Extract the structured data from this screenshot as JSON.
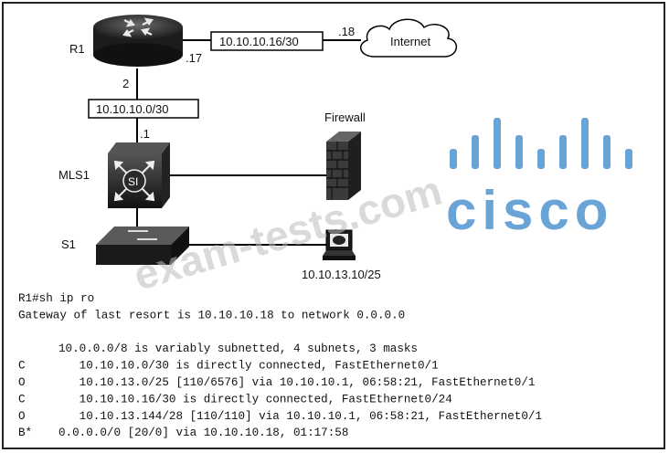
{
  "diagram": {
    "devices": {
      "r1": "R1",
      "mls1": "MLS1",
      "s1": "S1",
      "firewall": "Firewall",
      "internet": "Internet",
      "host": "10.10.13.10/25",
      "mls_symbol": "SI"
    },
    "links": {
      "r1_internet_subnet": "10.10.10.16/30",
      "r1_internet_r1_ip": ".17",
      "r1_internet_net_ip": ".18",
      "r1_mls_subnet": "10.10.10.0/30",
      "r1_mls_r1_ip": "2",
      "r1_mls_mls_ip": ".1"
    }
  },
  "watermark": "exam-tests.com",
  "logo": {
    "text": "cisco",
    "color": "#6aa4d6"
  },
  "cli": {
    "lines": [
      {
        "code": "R1#sh ip ro",
        "text": ""
      },
      {
        "code": "Gateway of last resort is 10.10.10.18 to network 0.0.0.0",
        "text": ""
      },
      {
        "code": "",
        "text": ""
      },
      {
        "code": "",
        "text": "10.0.0.0/8 is variably subnetted, 4 subnets, 3 masks"
      },
      {
        "code": "C",
        "text": "   10.10.10.0/30 is directly connected, FastEthernet0/1"
      },
      {
        "code": "O",
        "text": "   10.10.13.0/25 [110/6576] via 10.10.10.1, 06:58:21, FastEthernet0/1"
      },
      {
        "code": "C",
        "text": "   10.10.10.16/30 is directly connected, FastEthernet0/24"
      },
      {
        "code": "O",
        "text": "   10.10.13.144/28 [110/110] via 10.10.10.1, 06:58:21, FastEthernet0/1"
      },
      {
        "code": "B*",
        "text": "0.0.0.0/0 [20/0] via 10.10.10.18, 01:17:58"
      }
    ]
  }
}
